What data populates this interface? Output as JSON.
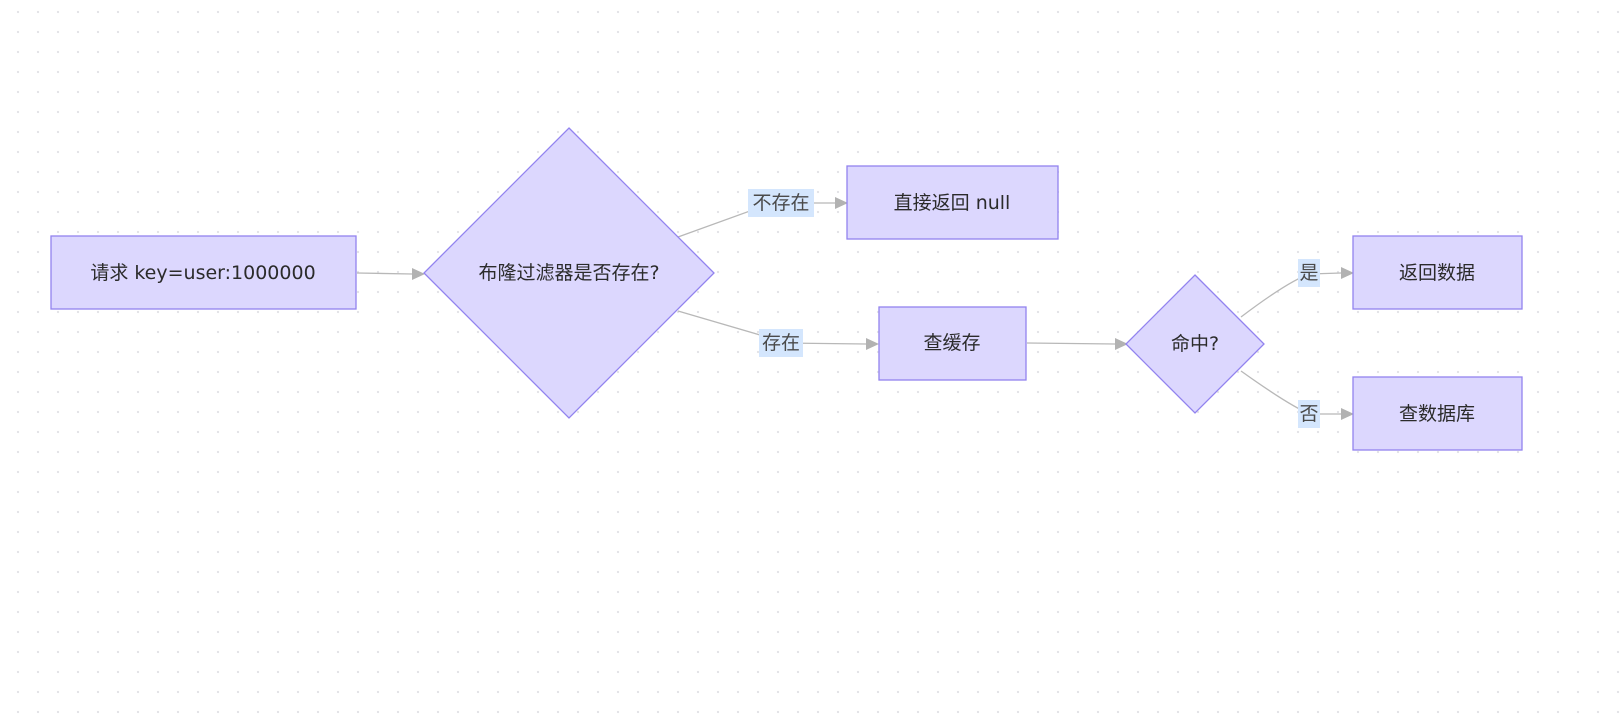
{
  "flowchart": {
    "nodes": {
      "request": {
        "label": "请求 key=user:1000000"
      },
      "bloom_check": {
        "label": "布隆过滤器是否存在?"
      },
      "return_null": {
        "label": "直接返回 null"
      },
      "query_cache": {
        "label": "查缓存"
      },
      "hit_check": {
        "label": "命中?"
      },
      "return_data": {
        "label": "返回数据"
      },
      "query_db": {
        "label": "查数据库"
      }
    },
    "edges": {
      "bloom_not_exist": {
        "label": "不存在"
      },
      "bloom_exist": {
        "label": "存在"
      },
      "hit_yes": {
        "label": "是"
      },
      "hit_no": {
        "label": "否"
      }
    }
  },
  "colors": {
    "node_fill": "#dcd7fe",
    "node_stroke": "#9283ef",
    "edge_stroke": "#b8b8b8",
    "edge_label_bg": "#d4e6fd",
    "text": "#2b2b2b"
  }
}
